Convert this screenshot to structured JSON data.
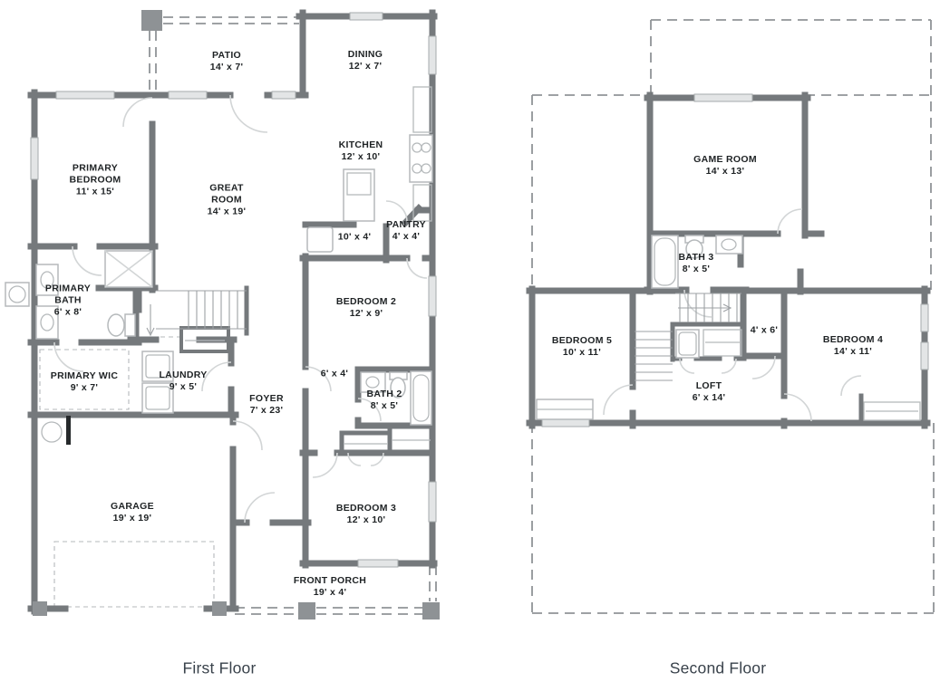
{
  "colors": {
    "wall": "#75797c",
    "win_fill": "#e3e5e6",
    "win_stroke": "#a6aaac",
    "door": "#d2d5d6",
    "fixture": "#b5b9bb",
    "tread": "#9da1a4",
    "dash": "#909497",
    "post": "#8e9295",
    "label_text": "#1e2224",
    "caption_text": "#39424b",
    "bg": "#ffffff"
  },
  "first_floor": {
    "caption": "First Floor",
    "rooms": [
      {
        "name": "PATIO",
        "dims": "14' x 7'"
      },
      {
        "name": "DINING",
        "dims": "12' x 7'"
      },
      {
        "name": "PRIMARY BEDROOM",
        "dims": "11' x 15'"
      },
      {
        "name": "GREAT ROOM",
        "dims": "14' x 19'"
      },
      {
        "name": "KITCHEN",
        "dims": "12' x 10'"
      },
      {
        "name": "",
        "dims": "10' x 4'"
      },
      {
        "name": "PANTRY",
        "dims": "4' x 4'"
      },
      {
        "name": "PRIMARY BATH",
        "dims": "6' x 8'"
      },
      {
        "name": "BEDROOM 2",
        "dims": "12' x 9'"
      },
      {
        "name": "PRIMARY WIC",
        "dims": "9' x 7'"
      },
      {
        "name": "LAUNDRY",
        "dims": "9' x 5'"
      },
      {
        "name": "FOYER",
        "dims": "7' x 23'"
      },
      {
        "name": "",
        "dims": "6' x 4'"
      },
      {
        "name": "BATH 2",
        "dims": "8' x 5'"
      },
      {
        "name": "GARAGE",
        "dims": "19' x 19'"
      },
      {
        "name": "BEDROOM 3",
        "dims": "12' x 10'"
      },
      {
        "name": "FRONT PORCH",
        "dims": "19' x 4'"
      }
    ]
  },
  "second_floor": {
    "caption": "Second Floor",
    "rooms": [
      {
        "name": "GAME ROOM",
        "dims": "14' x 13'"
      },
      {
        "name": "BATH 3",
        "dims": "8' x 5'"
      },
      {
        "name": "BEDROOM 5",
        "dims": "10' x 11'"
      },
      {
        "name": "",
        "dims": "4' x 6'"
      },
      {
        "name": "LOFT",
        "dims": "6' x 14'"
      },
      {
        "name": "BEDROOM 4",
        "dims": "14' x 11'"
      }
    ]
  }
}
